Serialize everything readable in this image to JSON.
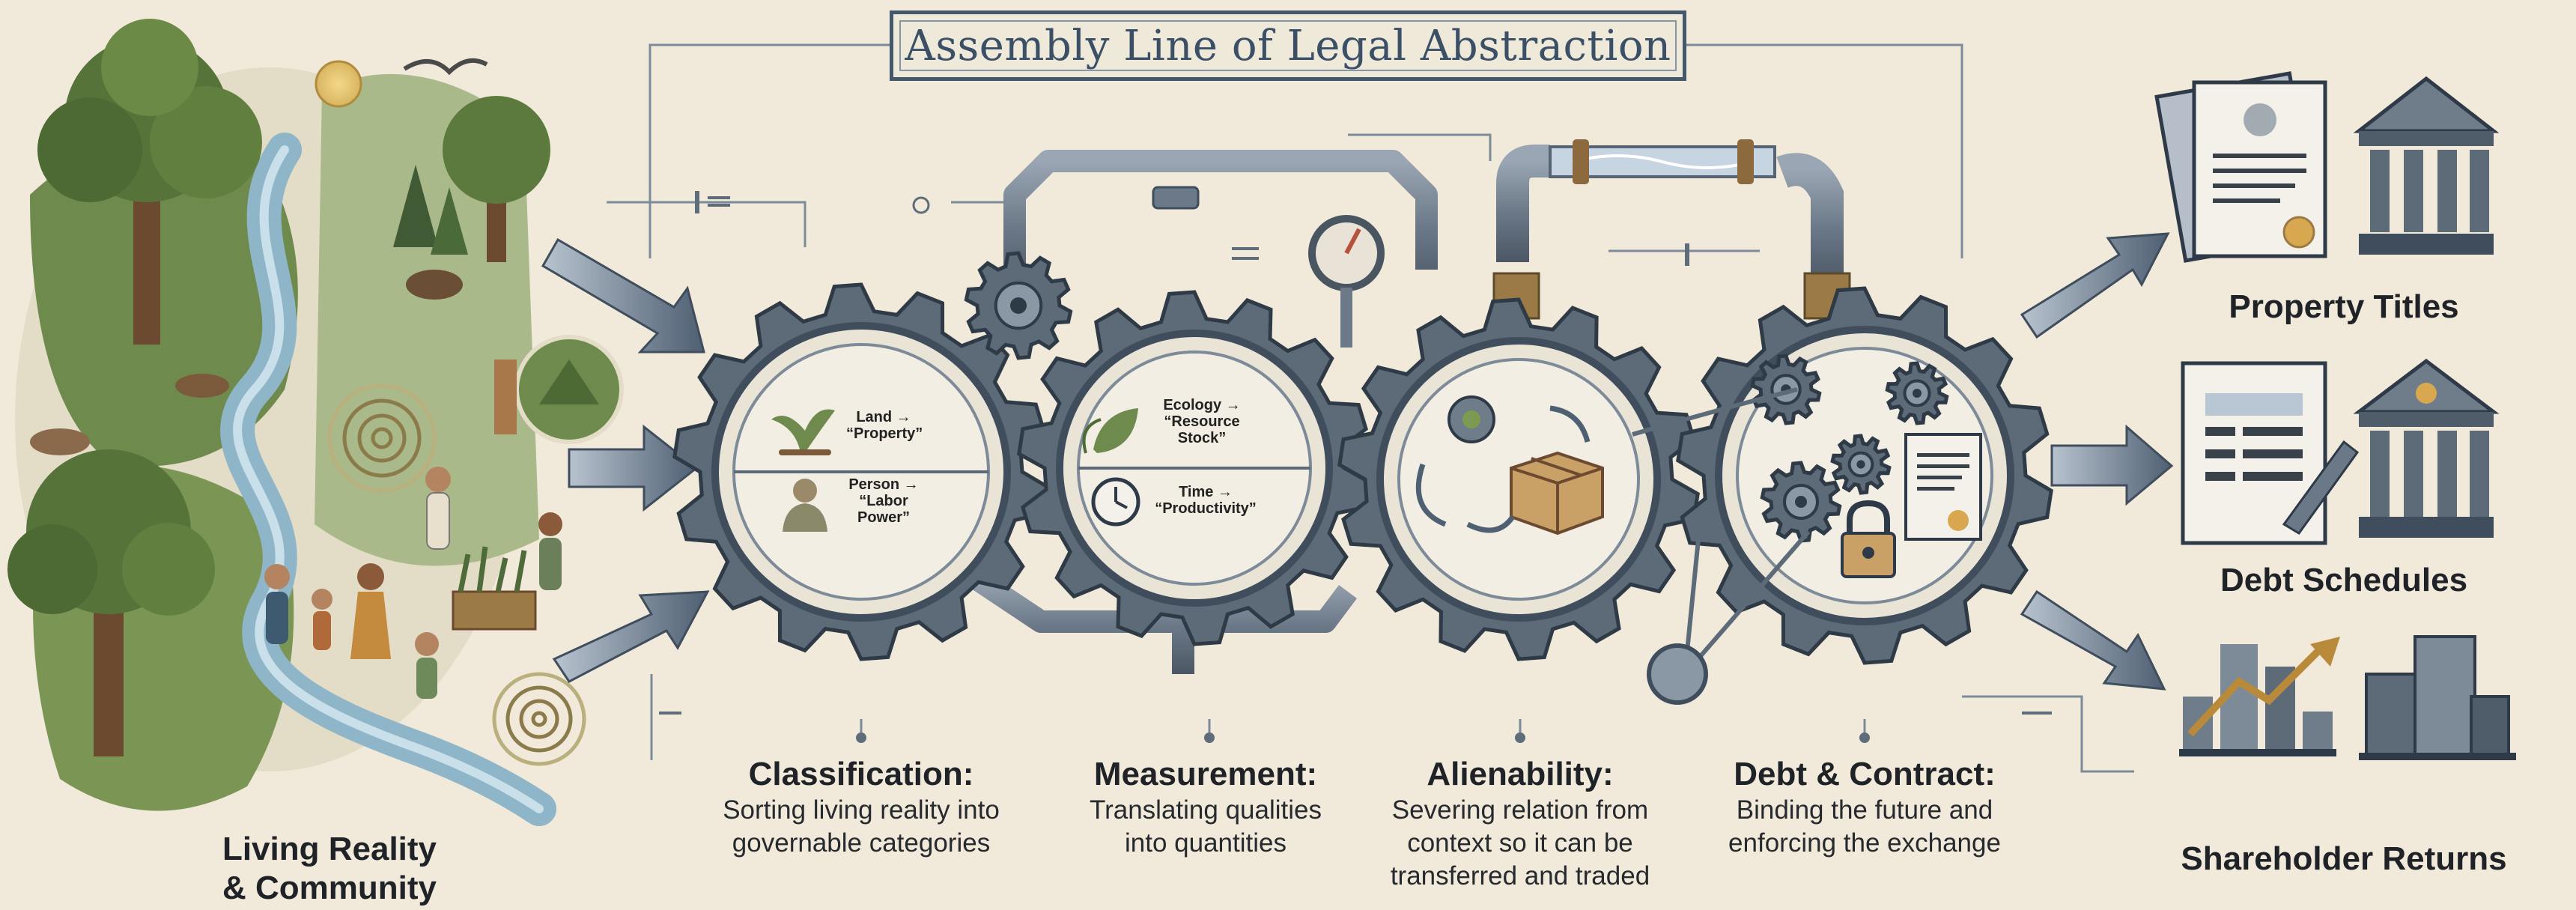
{
  "title": "Assembly Line of Legal Abstraction",
  "source": {
    "label_line1": "Living Reality",
    "label_line2": "& Community"
  },
  "stages": [
    {
      "heading": "Classification:",
      "desc_line1": "Sorting living reality into",
      "desc_line2": "governable categories",
      "items": [
        {
          "icon": "sprout-icon",
          "line1": "Land →",
          "line2": "“Property”"
        },
        {
          "icon": "worker-icon",
          "line1": "Person →",
          "line2": "“Labor",
          "line3": "Power”"
        }
      ]
    },
    {
      "heading": "Measurement:",
      "desc_line1": "Translating qualities",
      "desc_line2": "into quantities",
      "items": [
        {
          "icon": "leaf-icon",
          "line1": "Ecology →",
          "line2": "“Resource",
          "line3": "Stock”"
        },
        {
          "icon": "clock-icon",
          "line1": "Time →",
          "line2": "“Productivity”"
        }
      ]
    },
    {
      "heading": "Alienability:",
      "desc_line1": "Severing relation from",
      "desc_line2": "context so it can be",
      "desc_line3": "transferred and traded",
      "items": [
        {
          "icon": "box-icon"
        }
      ]
    },
    {
      "heading": "Debt & Contract:",
      "desc_line1": "Binding the future and",
      "desc_line2": "enforcing the exchange",
      "items": [
        {
          "icon": "padlock-icon"
        },
        {
          "icon": "contract-icon"
        }
      ]
    }
  ],
  "outputs": [
    {
      "label": "Property Titles",
      "icons": [
        "certificate-icon",
        "bank-icon"
      ]
    },
    {
      "label": "Debt Schedules",
      "icons": [
        "ledger-icon",
        "bank-icon"
      ]
    },
    {
      "label": "Shareholder Returns",
      "icons": [
        "rising-chart-icon",
        "skyscraper-icon"
      ]
    }
  ],
  "colors": {
    "background": "#f1eadb",
    "steel": "#5d6a78",
    "steel_light": "#8a97a5",
    "ink": "#1f2328",
    "title": "#3b5066",
    "forest": "#4f6b3a",
    "river": "#8fb6c8",
    "brass": "#9c7a45"
  }
}
